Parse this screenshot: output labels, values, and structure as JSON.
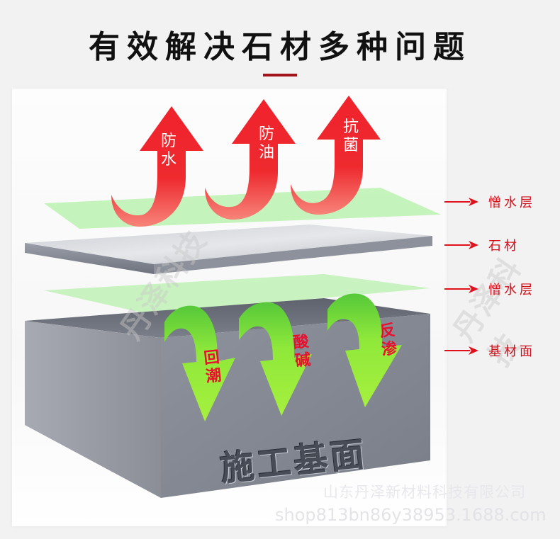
{
  "header": {
    "title": "有效解决石材多种问题",
    "underline_color": "#a5131a"
  },
  "illustration": {
    "up_arrows": [
      {
        "label_line1": "防",
        "label_line2": "水",
        "color": "#f0222c"
      },
      {
        "label_line1": "防",
        "label_line2": "油",
        "color": "#f0222c"
      },
      {
        "label_line1": "抗",
        "label_line2": "菌",
        "color": "#f0222c"
      }
    ],
    "down_arrows": [
      {
        "label_line1": "回",
        "label_line2": "潮",
        "color": "#8fe83a"
      },
      {
        "label_line1": "酸",
        "label_line2": "碱",
        "color": "#8fe83a"
      },
      {
        "label_line1": "反",
        "label_line2": "渗",
        "color": "#8fe83a"
      }
    ],
    "base_label": "施工基面"
  },
  "legend": {
    "arrow_color": "#e0101c",
    "items": [
      {
        "label": "憎水层"
      },
      {
        "label": "石材"
      },
      {
        "label": "憎水层"
      },
      {
        "label": "基材面"
      }
    ]
  },
  "watermarks": {
    "company": "山东丹泽新材料科技有限公司",
    "shop_url": "shop813bn86y38953.1688.com",
    "stamp": "丹泽科技"
  }
}
